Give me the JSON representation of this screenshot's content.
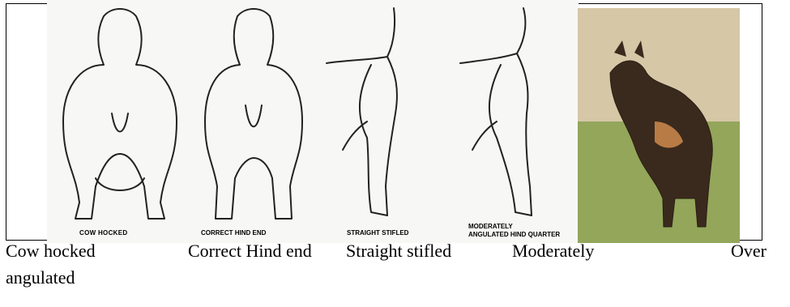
{
  "figure": {
    "labels": [
      "COW HOCKED",
      "CORRECT HIND END",
      "STRAIGHT STIFLED",
      "MODERATELY",
      "ANGULATED HIND QUARTER"
    ]
  },
  "captions": {
    "cow_hocked": "Cow hocked",
    "correct_hind_end": "Correct Hind end",
    "straight_stifled": "Straight stifled",
    "moderately": "Moderately",
    "over": "Over",
    "angulated": "angulated"
  }
}
